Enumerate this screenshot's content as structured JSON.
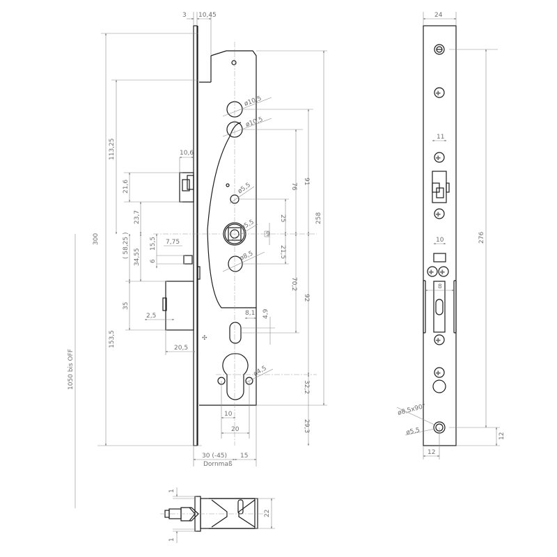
{
  "drawing": {
    "type": "technical-drawing",
    "subject": "multipoint mortise lock dimension drawing",
    "views": [
      "front-view-lock-case",
      "front-view-faceplate",
      "top-view-section"
    ],
    "line_color": "#1a1a1a",
    "dimension_color": "#8a8a8a"
  },
  "front_view": {
    "dims": {
      "faceplate_thickness": "3",
      "case_offset": "10,45",
      "top_to_hub": "113,25",
      "latch_width": "10,6",
      "latch_height": "21,6",
      "latch_to_hub": "23,7",
      "overall": "300",
      "hub_to_bolt_paren": "( 58,25 )",
      "hub_to_bolt": "34,55",
      "aux_15": "15,5",
      "aux_775": "7,75",
      "aux_6": "6",
      "bolt_height": "35",
      "bolt_proj": "2,5",
      "bolt_throw": "20,5",
      "lower_height": "153,5",
      "rod_length": "1050 bis OFF",
      "hole1": "ø10,5",
      "hole2": "ø10,5",
      "hole3": "ø5,5",
      "spindle_hole": "ø5,5",
      "oval_hole": "ø8,5",
      "d91": "91",
      "d76": "76",
      "d25": "25",
      "square": "9",
      "d215": "21,5",
      "d258": "258",
      "d702": "70,2",
      "d92": "92",
      "d81": "8,1",
      "d49": "4,9",
      "cyl_hole": "ø4,5",
      "d322": "32,2",
      "d293": "29,3",
      "d10": "10",
      "d20": "20",
      "backset": "30 (-45)",
      "d15": "15",
      "backset_label": "Dornmaß"
    }
  },
  "faceplate_view": {
    "dims": {
      "width": "24",
      "latch_width": "11",
      "height": "276",
      "bolt_width": "10",
      "slot_width": "8",
      "countersink": "ø8,5x90°",
      "bottom_hole": "ø5,5",
      "bottom_offset_x": "12",
      "bottom_offset_y": "12"
    }
  },
  "top_view": {
    "dims": {
      "top_gap": "1",
      "bottom_gap": "1",
      "depth": "22"
    }
  }
}
